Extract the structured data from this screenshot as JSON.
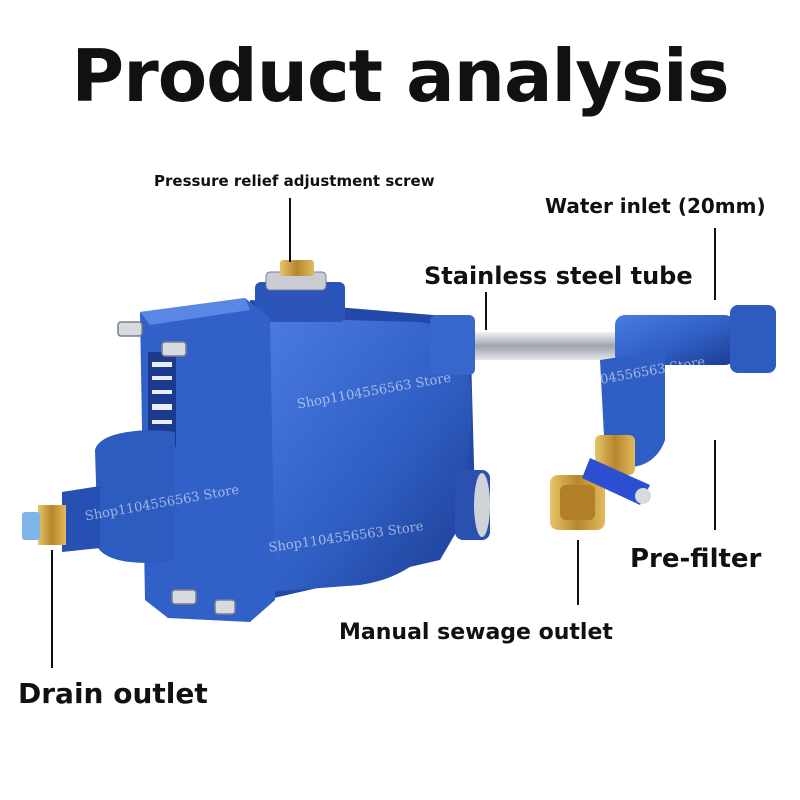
{
  "title": "Product analysis",
  "labels": {
    "pressure_screw": "Pressure relief adjustment screw",
    "water_inlet": "Water inlet (20mm)",
    "steel_tube": "Stainless steel tube",
    "pre_filter": "Pre-filter",
    "sewage_outlet": "Manual sewage outlet",
    "drain_outlet": "Drain outlet"
  },
  "watermark": "Shop1104556563 Store",
  "colors": {
    "body_blue": "#2f5fc4",
    "dark_blue": "#1f3f95",
    "brass": "#c99a3a",
    "steel": "#c8ccd2"
  }
}
